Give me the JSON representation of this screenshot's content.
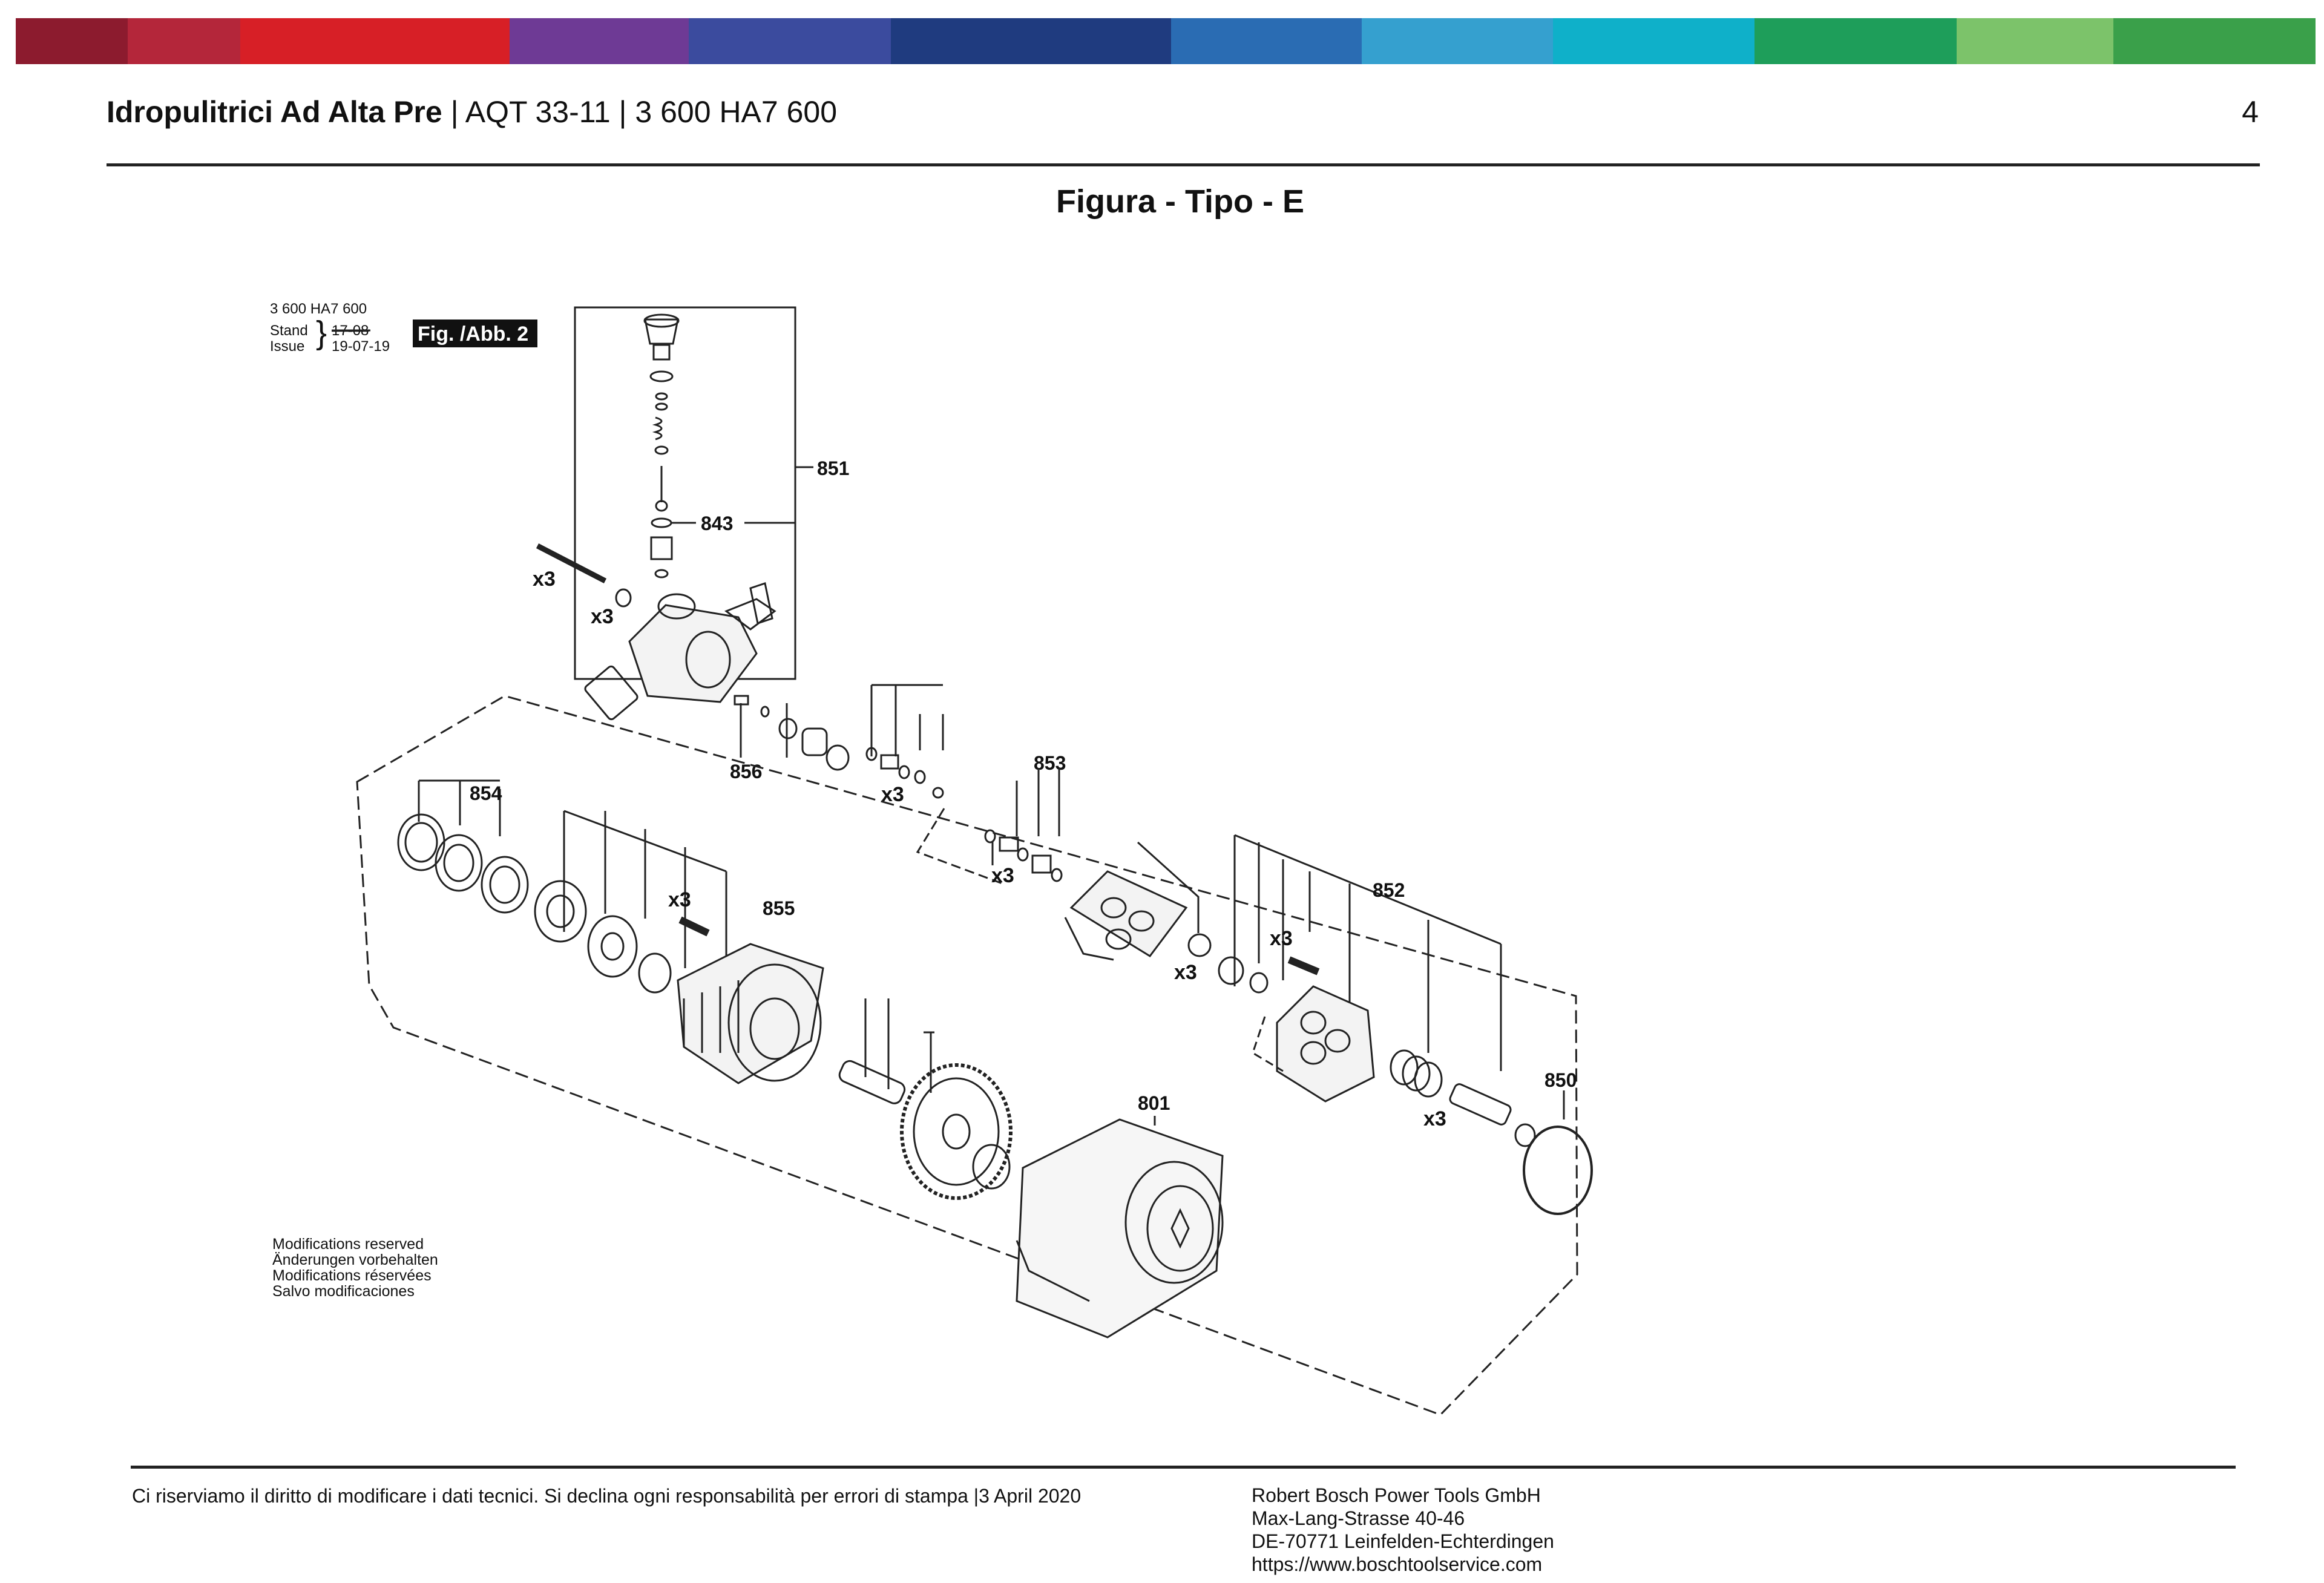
{
  "brand_bar_colors": [
    "#8c1b2e",
    "#b4263a",
    "#d71f26",
    "#6e3a95",
    "#3b4b9e",
    "#1f3b7f",
    "#2a6cb3",
    "#35a0cf",
    "#0fb0c9",
    "#1e9e5a",
    "#7cc36a",
    "#3aa04a"
  ],
  "header": {
    "title_bold": "Idropulitrici Ad Alta Pre",
    "title_rest": "| AQT 33-11 | 3 600 HA7 600",
    "page_number": "4"
  },
  "figure_title": "Figura - Tipo - E",
  "drawing": {
    "model_number": "3 600 HA7 600",
    "stand_label": "Stand",
    "issue_label": "Issue",
    "old_date": "17-08",
    "issue_date": "19-07-19",
    "fig_badge": "Fig. /Abb. 2",
    "callouts": {
      "c851": "851",
      "c843": "843",
      "c856": "856",
      "c853": "853",
      "c854": "854",
      "c855": "855",
      "c852": "852",
      "c801": "801",
      "c850": "850"
    },
    "qty_label": "x3",
    "notes": [
      "Modifications reserved",
      "Änderungen vorbehalten",
      "Modifications réservées",
      "Salvo modificaciones"
    ]
  },
  "footer": {
    "disclaimer": "Ci riserviamo il diritto di modificare i dati tecnici. Si declina ogni responsabilità per errori di stampa |3 April 2020",
    "company": "Robert Bosch Power Tools GmbH",
    "street": "Max-Lang-Strasse 40-46",
    "city": "DE-70771 Leinfelden-Echterdingen",
    "website": "https://www.boschtoolservice.com"
  }
}
